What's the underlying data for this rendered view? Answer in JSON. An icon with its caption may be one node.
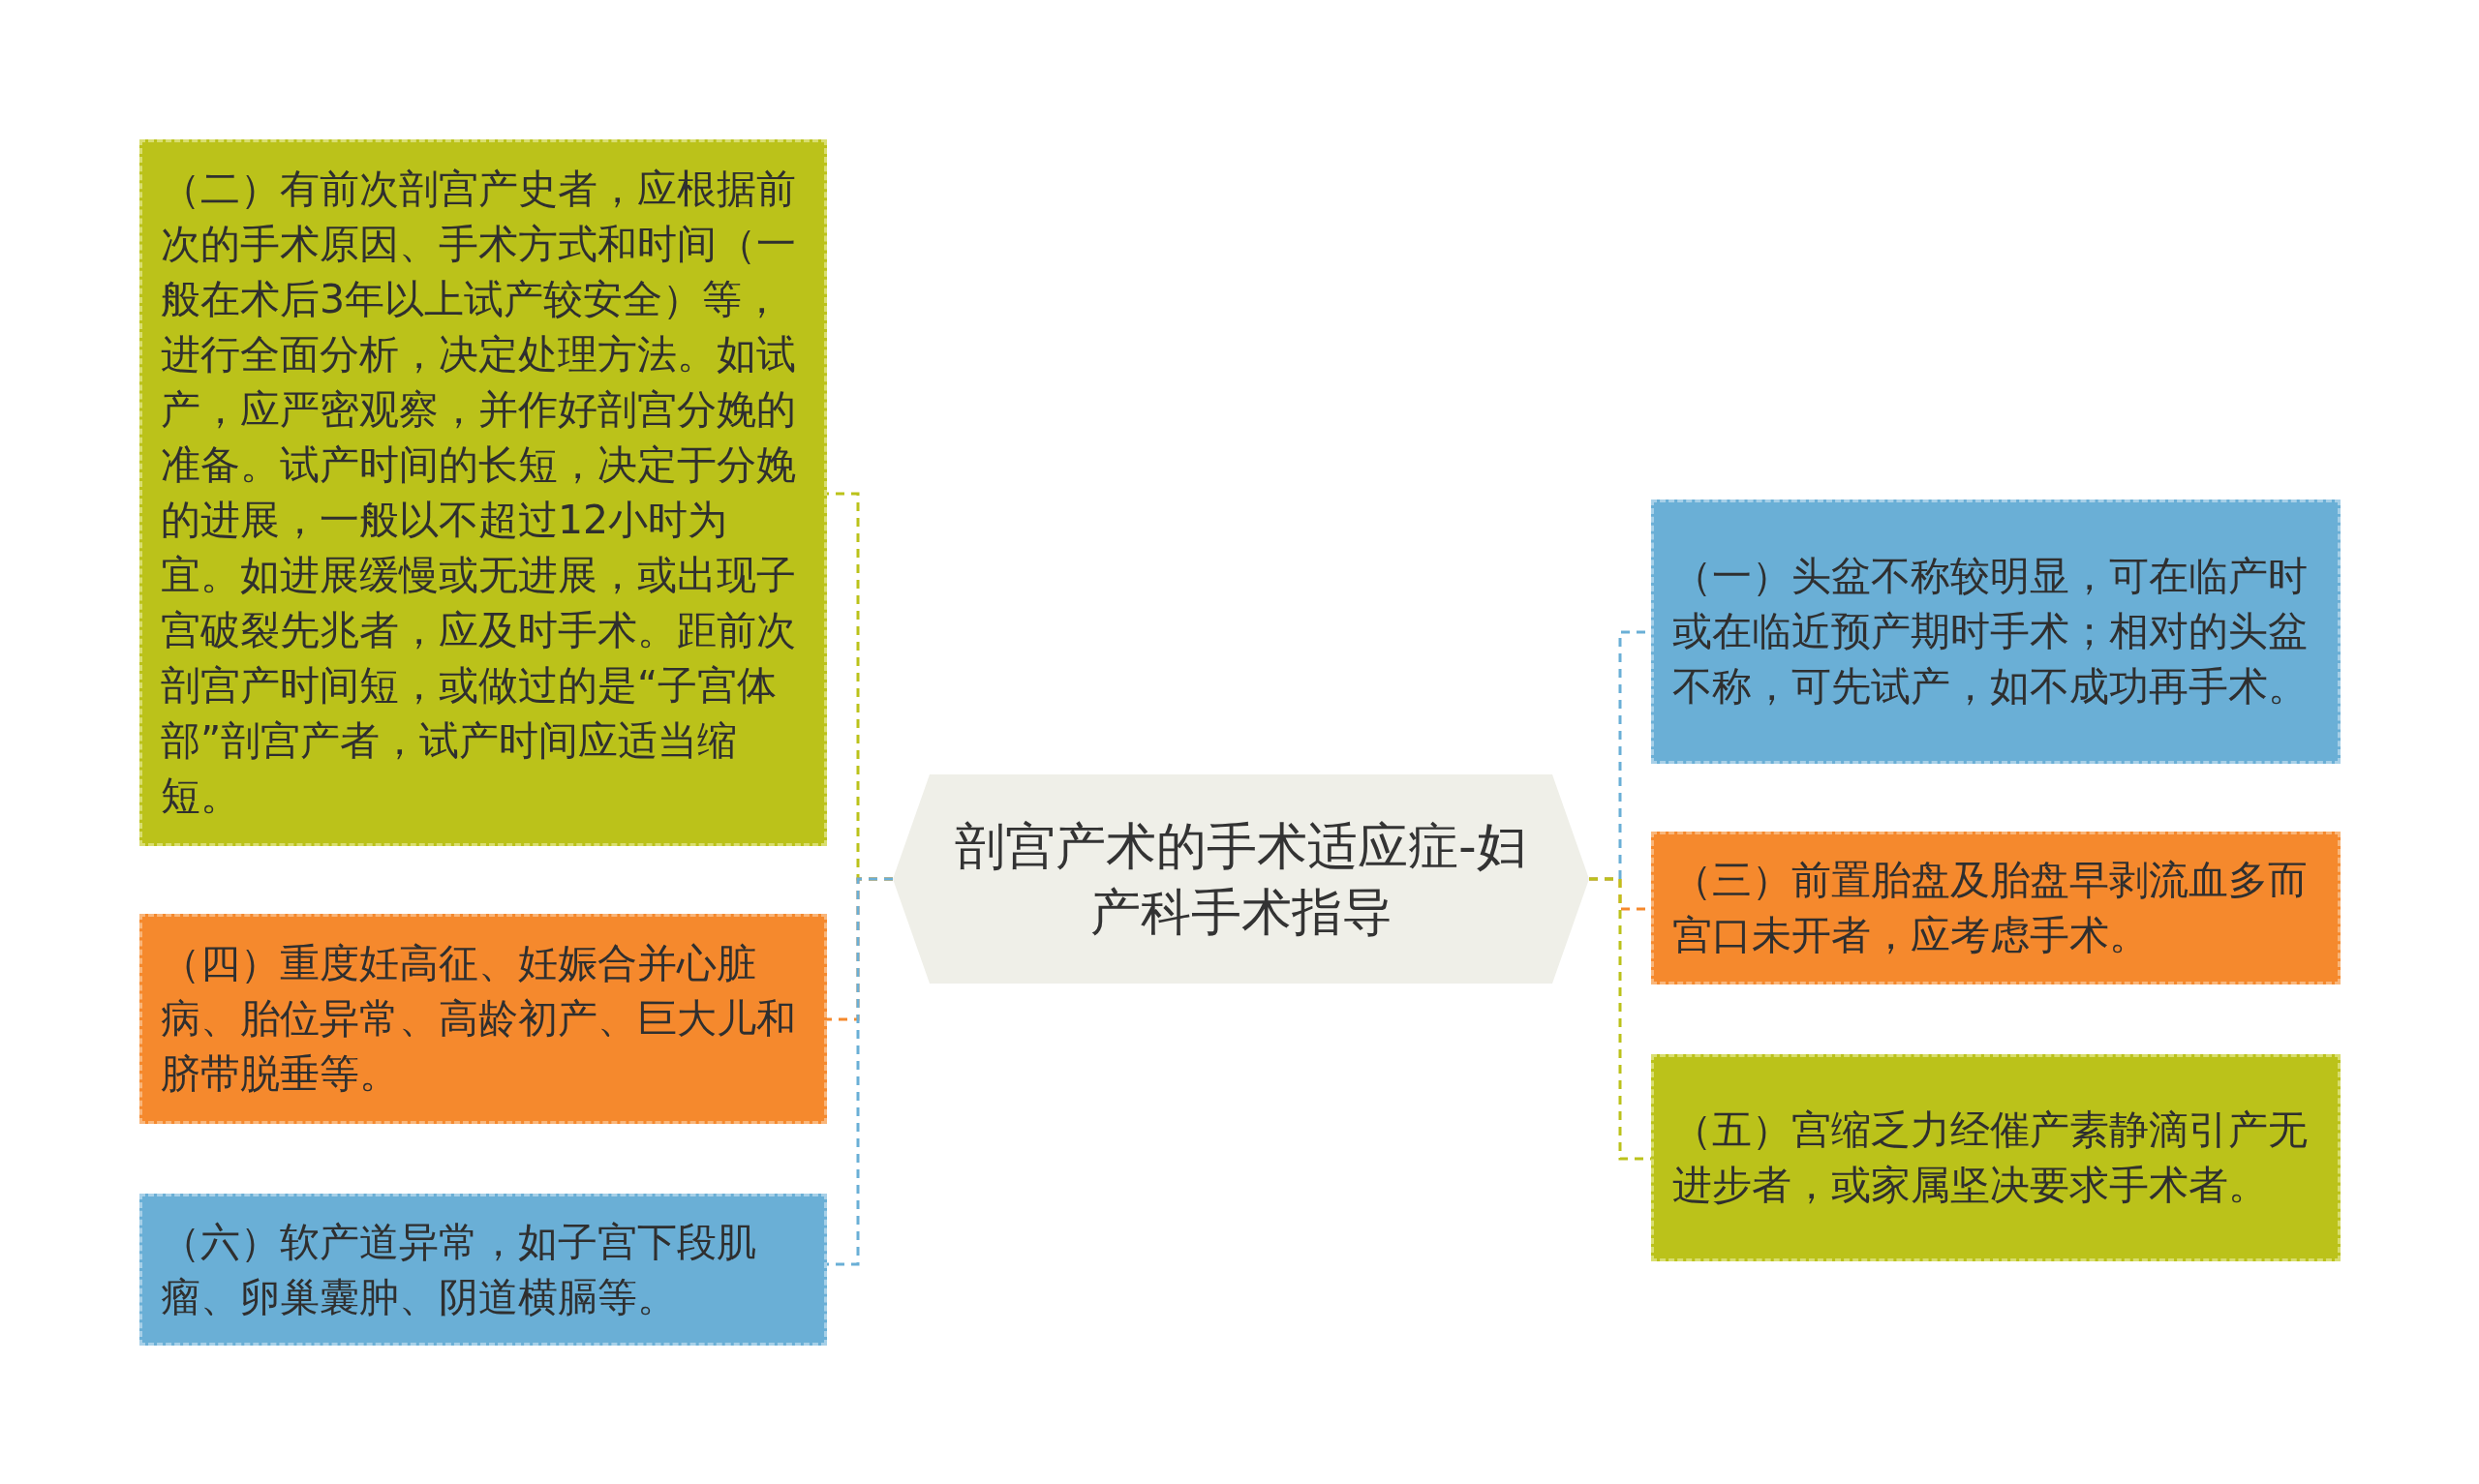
{
  "diagram": {
    "nodes": [
      {
        "text": [
          "剖宫产术的手术适应症-妇产科手术指导"
        ]
      },
      {
        "text": [
          "（二）有前次剖宫产史者，应根据前次的手术原因、手术方式和时间（一般在术后3年以上试产较安全）等，进行全面分析，决定处理方法。如试产，应严密观察，并作好剖宫分娩的准备。试产时间的长短，决定于分娩的进展，一般以不超过12小时为宜。如进展缓慢或无进展，或出现子宫破裂先兆者，应及时手术。距前次剖宫产时间短，或做过的是“子宫体部”剖宫产者，试产时间应适当缩短。"
        ]
      },
      {
        "text": [
          "（四）重度妊高征、妊娠合并心脏病、胎位异常、高龄初产、巨大儿和脐带脱垂等。"
        ]
      },
      {
        "text": [
          "（六）软产道异常，如子宫下段肌瘤、卵巢囊肿、阴道横膈等。"
        ]
      },
      {
        "text": [
          "（一）头盆不称较明显，可在临产时或在临近预产期时手术；相对的头盆不称，可先试产，如不成功再手术。"
        ]
      },
      {
        "text": [
          "（三）前置胎盘及胎盘早剥流血多而宫口未开者，应考虑手术。"
        ]
      },
      {
        "text": [
          "（五）宫缩乏力经催产素静滴引产无进步者，或家属坚决要求手术者。"
        ]
      }
    ],
    "edges": [
      {
        "from": 0,
        "to": 1,
        "arrow": "none",
        "style": "dashed",
        "color": "#bbc21a"
      },
      {
        "from": 0,
        "to": 2,
        "arrow": "none",
        "style": "dashed",
        "color": "#f5892d"
      },
      {
        "from": 0,
        "to": 3,
        "arrow": "none",
        "style": "dashed",
        "color": "#6aafd6"
      },
      {
        "from": 0,
        "to": 4,
        "arrow": "none",
        "style": "dashed",
        "color": "#6aafd6"
      },
      {
        "from": 0,
        "to": 5,
        "arrow": "none",
        "style": "dashed",
        "color": "#f5892d"
      },
      {
        "from": 0,
        "to": 6,
        "arrow": "none",
        "style": "dashed",
        "color": "#bbc21a"
      }
    ]
  }
}
